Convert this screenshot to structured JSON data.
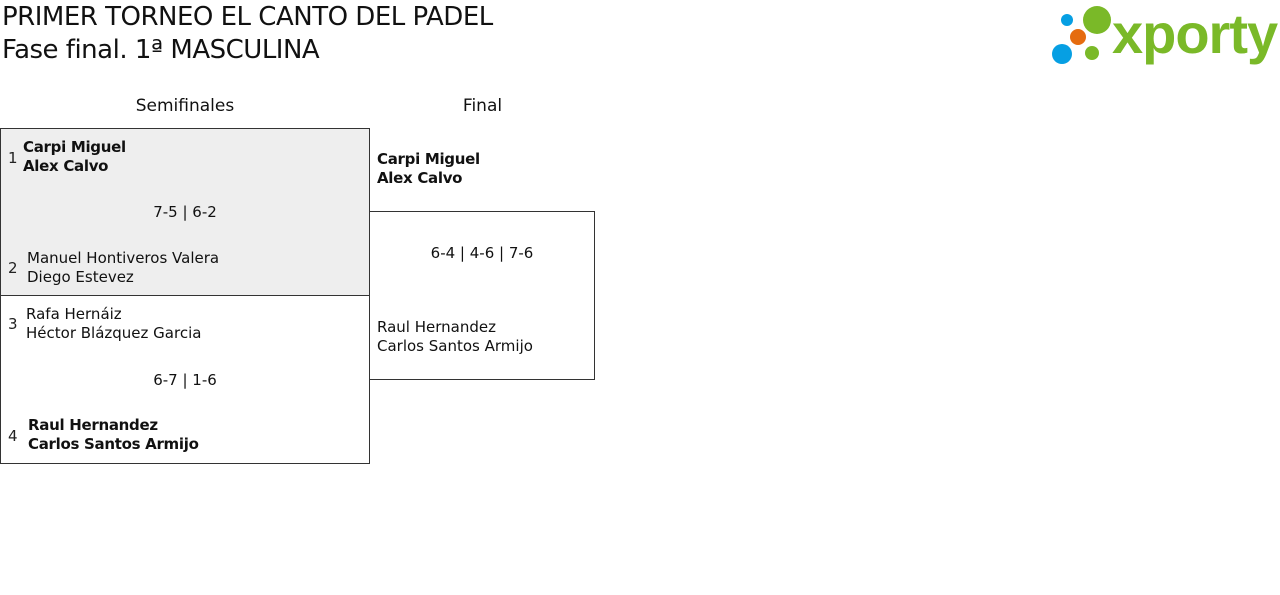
{
  "title": "PRIMER TORNEO EL CANTO DEL PADEL",
  "subtitle": "Fase final. 1ª MASCULINA",
  "logo": {
    "text": "xporty",
    "colors": {
      "green": "#7ab928",
      "blue": "#069fe3",
      "orange": "#e56c0f"
    }
  },
  "rounds": [
    "Semifinales",
    "Final"
  ],
  "semifinals": [
    {
      "team1": {
        "seed": "1",
        "p1": "Carpi Miguel",
        "p2": "Alex Calvo"
      },
      "team2": {
        "seed": "2",
        "p1": "Manuel Hontiveros Valera",
        "p2": "Diego Estevez"
      },
      "score": "7-5 | 6-2"
    },
    {
      "team1": {
        "seed": "3",
        "p1": "Rafa Hernáiz",
        "p2": "Héctor Blázquez Garcia"
      },
      "team2": {
        "seed": "4",
        "p1": "Raul Hernandez",
        "p2": "Carlos Santos Armijo"
      },
      "score": "6-7 | 1-6"
    }
  ],
  "final": {
    "team1": {
      "p1": "Carpi Miguel",
      "p2": "Alex Calvo"
    },
    "team2": {
      "p1": "Raul Hernandez",
      "p2": "Carlos Santos Armijo"
    },
    "score": "6-4 | 4-6 | 7-6"
  }
}
